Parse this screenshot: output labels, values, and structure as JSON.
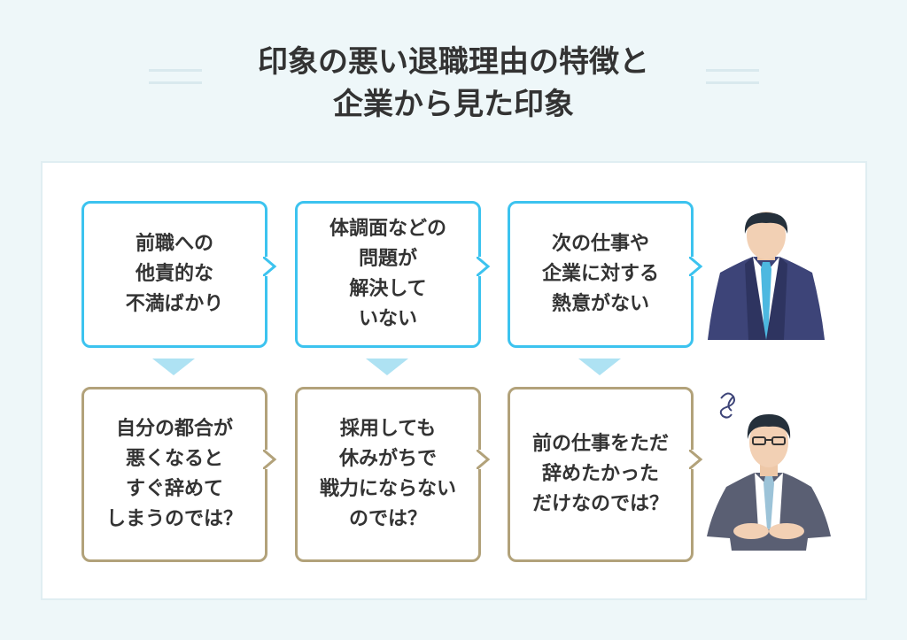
{
  "title": {
    "line1": "印象の悪い退職理由の特徴と",
    "line2": "企業から見た印象"
  },
  "reasons": [
    {
      "text": "前職への\n他責的な\n不満ばかり"
    },
    {
      "text": "体調面などの\n問題が\n解決して\nいない"
    },
    {
      "text": "次の仕事や\n企業に対する\n熱意がない"
    }
  ],
  "impressions": [
    {
      "text": "自分の都合が\n悪くなると\nすぐ辞めて\nしまうのでは？"
    },
    {
      "text": "採用しても\n休みがちで\n戦力にならない\nのでは？"
    },
    {
      "text": "前の仕事をただ\n辞めたかった\nだけなのでは？"
    }
  ],
  "colors": {
    "reason_border": "#3cc3ef",
    "impression_border": "#b2a27a",
    "arrow": "#aee2f3",
    "background": "#eef7f9"
  }
}
